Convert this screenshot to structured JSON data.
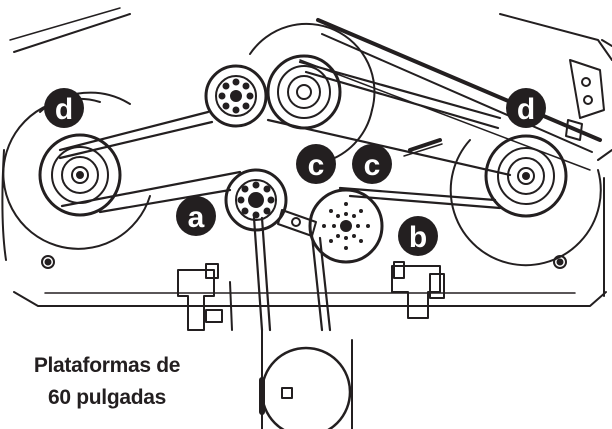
{
  "diagram": {
    "labels": {
      "idler_a": "a",
      "idler_b": "b",
      "idler_c_left": "c",
      "idler_c_right": "c",
      "spindle_d_left": "d",
      "spindle_d_right": "d"
    },
    "caption": {
      "line1": "Plataformas de",
      "line2": "60 pulgadas"
    },
    "colors": {
      "ink": "#231f20",
      "label_fill": "#231f20",
      "label_text": "#ffffff",
      "background": "#ffffff"
    }
  }
}
